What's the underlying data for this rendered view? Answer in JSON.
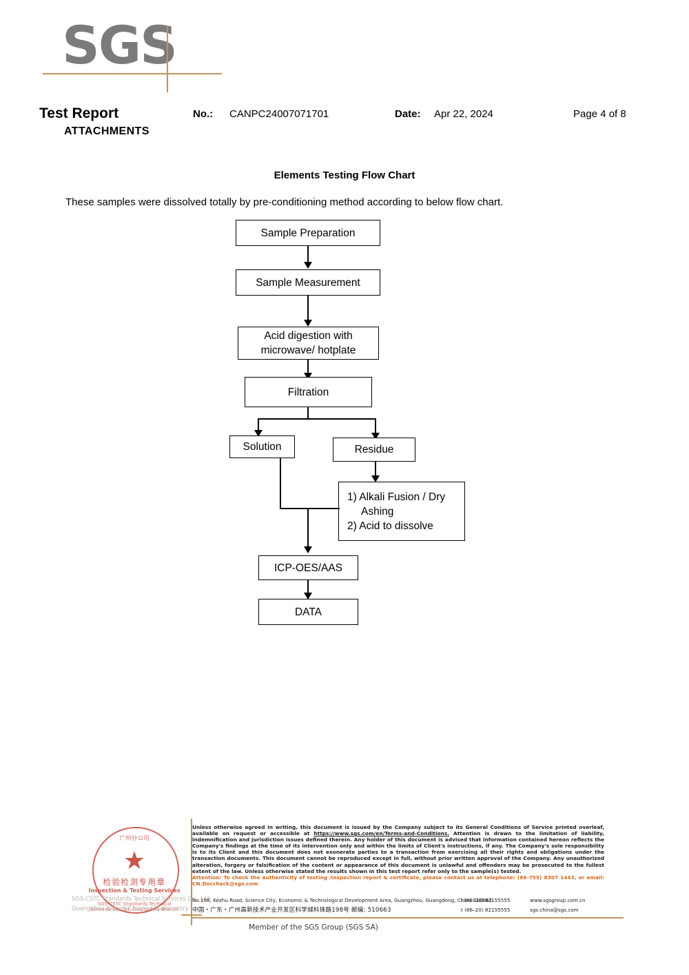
{
  "header": {
    "logo_text": "SGS",
    "title": "Test Report",
    "subtitle": "ATTACHMENTS",
    "no_label": "No.:",
    "no_value": "CANPC24007071701",
    "date_label": "Date:",
    "date_value": "Apr 22, 2024",
    "page_label": "Page 4 of 8"
  },
  "main": {
    "section_title": "Elements Testing Flow Chart",
    "intro": "These samples were dissolved totally by pre-conditioning method according to below flow chart."
  },
  "flowchart": {
    "type": "flow-diagram",
    "nodes": [
      {
        "id": "sample-preparation",
        "label": "Sample Preparation"
      },
      {
        "id": "sample-measurement",
        "label": "Sample Measurement"
      },
      {
        "id": "acid-digestion",
        "label": "Acid digestion with microwave/ hotplate"
      },
      {
        "id": "filtration",
        "label": "Filtration"
      },
      {
        "id": "solution",
        "label": "Solution"
      },
      {
        "id": "residue",
        "label": "Residue"
      },
      {
        "id": "alkali-fusion",
        "label": "1) Alkali Fusion / Dry\n      Ashing\n2) Acid to dissolve"
      },
      {
        "id": "icp-oes-aas",
        "label": "ICP-OES/AAS"
      },
      {
        "id": "data",
        "label": "DATA"
      }
    ],
    "node_labels": {
      "sample_preparation": "Sample Preparation",
      "sample_measurement": "Sample Measurement",
      "acid_digestion_line1": "Acid digestion with",
      "acid_digestion_line2": "microwave/ hotplate",
      "filtration": "Filtration",
      "solution": "Solution",
      "residue": "Residue",
      "alkali_line1": "1) Alkali Fusion / Dry",
      "alkali_line2": "Ashing",
      "alkali_line3": "2) Acid to dissolve",
      "icp": "ICP-OES/AAS",
      "data": "DATA"
    },
    "edges": [
      {
        "from": "sample-preparation",
        "to": "sample-measurement"
      },
      {
        "from": "sample-measurement",
        "to": "acid-digestion"
      },
      {
        "from": "acid-digestion",
        "to": "filtration"
      },
      {
        "from": "filtration",
        "to": "solution"
      },
      {
        "from": "filtration",
        "to": "residue"
      },
      {
        "from": "residue",
        "to": "alkali-fusion"
      },
      {
        "from": "solution",
        "to": "icp-oes-aas"
      },
      {
        "from": "alkali-fusion",
        "to": "icp-oes-aas"
      },
      {
        "from": "icp-oes-aas",
        "to": "data"
      }
    ]
  },
  "stamp": {
    "chinese_text": "检验检测专用章",
    "english_text": "Inspection & Testing Services",
    "arc_top_text": "广州分公司",
    "arc_bottom_text": "SGS-CSTC Standards Technical Services Co.,Ltd. Guangzhou Branch",
    "star_glyph": "★"
  },
  "footer": {
    "gray_company_line1": "SGS-CSTC Standards Technical Services Co., Ltd.",
    "gray_company_line2": "Guangzhou Branch Chemical Laboratory",
    "legal_text": "Unless otherwise agreed in writing, this document is issued by the Company subject to its General Conditions of Service printed overleaf, available on request or accessible at ",
    "legal_link": "https://www.sgs.com/en/Terms-and-Conditions.",
    "legal_text_2": " Attention is drawn to the limitation of liability, indemnification and jurisdiction issues defined therein. Any holder of this document is advised that information contained hereon reflects the Company's findings at the time of its intervention only and within the limits of Client's instructions, if any. The Company's sole responsibility is to its Client and this document does not exonerate parties to a transaction from exercising all their rights and obligations under the transaction documents. This document cannot be reproduced except in full, without prior written approval of the Company. Any unauthorized alteration, forgery or falsification of the content or appearance of this document is unlawful and offenders may be prosecuted to the fullest extent of the law. Unless otherwise stated the results shown in this test report refer only to the sample(s) tested.",
    "attention_text": "Attention: To check the authenticity of testing /inspection report & certificate, please contact us at telephone: (86-755) 8307 1443, or email: CN.Doccheck@sgs.com",
    "address_en": "No.198, Kezhu Road, Science City, Economic & Technological Development Area, Guangzhou, Guangdong, China 510663",
    "address_cn": "中国・广东・广州高新技术产业开发区科学城科珠路198号    邮编: 510663",
    "tel_1": "t (86–20) 82155555",
    "tel_2": "t (86–20) 82155555",
    "website": "www.sgsgroup.com.cn",
    "email": "sgs.china@sgs.com",
    "member_line": "Member of the SGS Group (SGS SA)"
  },
  "colors": {
    "logo_gray": "#7b7b7b",
    "accent_tan": "#c4915c",
    "attention_orange": "#d2691e",
    "stamp_red": "#c0392b"
  }
}
